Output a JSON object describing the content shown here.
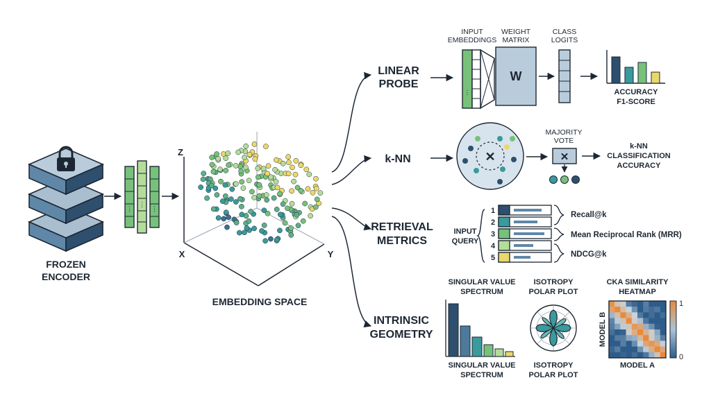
{
  "encoder": {
    "title_line1": "FROZEN",
    "title_line2": "ENCODER"
  },
  "embedding_space": {
    "title": "EMBEDDING SPACE",
    "axis_x": "X",
    "axis_y": "Y",
    "axis_z": "Z"
  },
  "linear_probe": {
    "title_line1": "LINEAR",
    "title_line2": "PROBE",
    "input_embeddings_line1": "INPUT",
    "input_embeddings_line2": "EMBEDDINGS",
    "weight_matrix_line1": "WEIGHT",
    "weight_matrix_line2": "MATRIX",
    "weight_symbol": "W",
    "class_logits_line1": "CLASS",
    "class_logits_line2": "LOGITS",
    "metric_line1": "ACCURACY",
    "metric_line2": "F1-SCORE"
  },
  "knn": {
    "title": "k-NN",
    "majority_vote_line1": "MAJORITY",
    "majority_vote_line2": "VOTE",
    "result_line1": "k-NN",
    "result_line2": "CLASSIFICATION",
    "result_line3": "ACCURACY"
  },
  "retrieval": {
    "title_line1": "RETRIEVAL",
    "title_line2": "METRICS",
    "query_line1": "INPUT",
    "query_line2": "QUERY",
    "ranks": [
      "1",
      "2",
      "3",
      "4",
      "5"
    ],
    "metrics": [
      "Recall@k",
      "Mean Reciprocal Rank (MRR)",
      "NDCG@k"
    ]
  },
  "intrinsic": {
    "title_line1": "INTRINSIC",
    "title_line2": "GEOMETRY",
    "sv_top_line1": "SINGULAR VALUE",
    "sv_top_line2": "SPECTRUM",
    "sv_bottom_line1": "SINGULAR VALUE",
    "sv_bottom_line2": "SPECTRUM",
    "iso_top_line1": "ISOTROPY",
    "iso_top_line2": "POLAR PLOT",
    "iso_bottom_line1": "ISOTROPY",
    "iso_bottom_line2": "POLAR PLOT",
    "cka_line1": "CKA SIMILARITY",
    "cka_line2": "HEATMAP",
    "model_a": "MODEL A",
    "model_b": "MODEL B",
    "scale_max": "1",
    "scale_min": "0"
  },
  "colors": {
    "ink": "#1d2733",
    "navy": "#2e4f6e",
    "teal": "#3a9a9c",
    "green": "#78c17a",
    "lightgreen": "#b4dd9a",
    "yellow": "#ead86a",
    "slate": "#a9bfd0",
    "bluegray": "#5f87a8"
  }
}
